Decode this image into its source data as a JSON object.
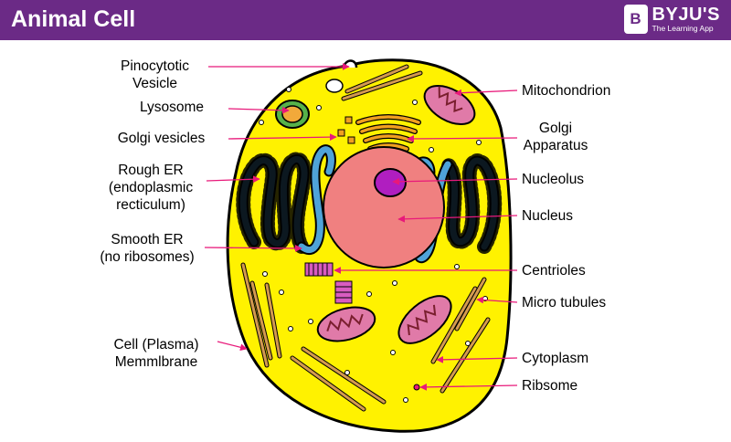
{
  "header": {
    "title": "Animal Cell",
    "brand_mark": "B",
    "brand_name": "BYJU'S",
    "brand_tagline": "The Learning App",
    "background": "#6b2a86"
  },
  "labels_left": [
    {
      "key": "pinocytotic-vesicle",
      "lines": [
        "Pinocytotic",
        "Vesicle"
      ]
    },
    {
      "key": "lysosome",
      "lines": [
        "Lysosome"
      ]
    },
    {
      "key": "golgi-vesicles",
      "lines": [
        "Golgi vesicles"
      ]
    },
    {
      "key": "rough-er",
      "lines": [
        "Rough ER",
        "(endoplasmic",
        "recticulum)"
      ]
    },
    {
      "key": "smooth-er",
      "lines": [
        "Smooth ER",
        "(no ribosomes)"
      ]
    },
    {
      "key": "cell-membrane",
      "lines": [
        "Cell (Plasma)",
        "Memmlbrane"
      ]
    }
  ],
  "labels_right": [
    {
      "key": "mitochondrion",
      "lines": [
        "Mitochondrion"
      ]
    },
    {
      "key": "golgi-apparatus",
      "lines": [
        "Golgi",
        "Apparatus"
      ]
    },
    {
      "key": "nucleolus",
      "lines": [
        "Nucleolus"
      ]
    },
    {
      "key": "nucleus",
      "lines": [
        "Nucleus"
      ]
    },
    {
      "key": "centrioles",
      "lines": [
        "Centrioles"
      ]
    },
    {
      "key": "micro-tubules",
      "lines": [
        "Micro tubules"
      ]
    },
    {
      "key": "cytoplasm",
      "lines": [
        "Cytoplasm"
      ]
    },
    {
      "key": "ribsome",
      "lines": [
        "Ribsome"
      ]
    }
  ],
  "colors": {
    "cytoplasm": "#fff200",
    "nucleus": "#f08080",
    "nucleolus": "#b01ec0",
    "er": "#4fa3d8",
    "mitochondrion": "#e07aa8",
    "golgi": "#f0a020",
    "lysosome": "#57b24a",
    "microtubule": "#d49a50",
    "pointer": "#e8197a"
  }
}
